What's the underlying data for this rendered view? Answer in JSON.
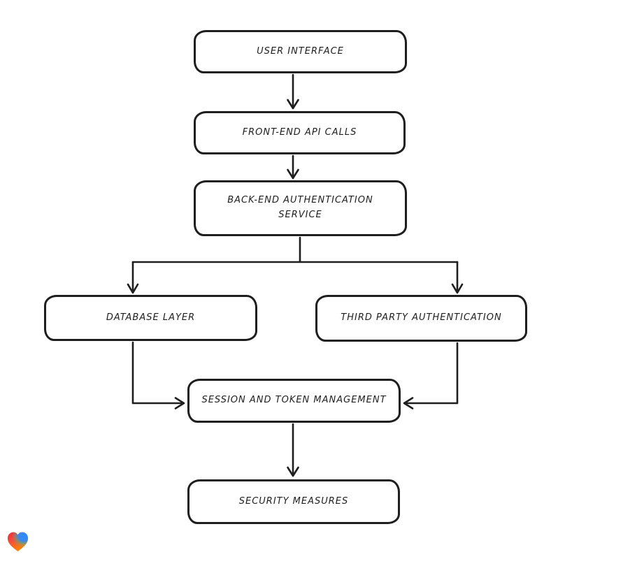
{
  "canvas": {
    "background": "#ffffff",
    "stroke_color": "#1e1e1e",
    "node_fill": "#ffffff"
  },
  "nodes": [
    {
      "id": "user-interface",
      "label": "USER INTERFACE"
    },
    {
      "id": "front-end-api-calls",
      "label": "FRONT-END API CALLS"
    },
    {
      "id": "back-end-authentication-service",
      "label": "BACK-END AUTHENTICATION SERVICE"
    },
    {
      "id": "database-layer",
      "label": "DATABASE LAYER"
    },
    {
      "id": "third-party-authentication",
      "label": "THIRD PARTY AUTHENTICATION"
    },
    {
      "id": "session-and-token-management",
      "label": "SESSION AND TOKEN MANAGEMENT"
    },
    {
      "id": "security-measures",
      "label": "SECURITY MEASURES"
    }
  ],
  "edges": [
    {
      "from": "user-interface",
      "to": "front-end-api-calls"
    },
    {
      "from": "front-end-api-calls",
      "to": "back-end-authentication-service"
    },
    {
      "from": "back-end-authentication-service",
      "to": "database-layer"
    },
    {
      "from": "back-end-authentication-service",
      "to": "third-party-authentication"
    },
    {
      "from": "database-layer",
      "to": "session-and-token-management"
    },
    {
      "from": "third-party-authentication",
      "to": "session-and-token-management"
    },
    {
      "from": "session-and-token-management",
      "to": "security-measures"
    }
  ],
  "logo": {
    "name": "heart-logo",
    "colors": {
      "red": "#ee2a3d",
      "blue": "#2b8cff",
      "teal": "#27c0a1",
      "orange": "#ff8a00"
    }
  }
}
